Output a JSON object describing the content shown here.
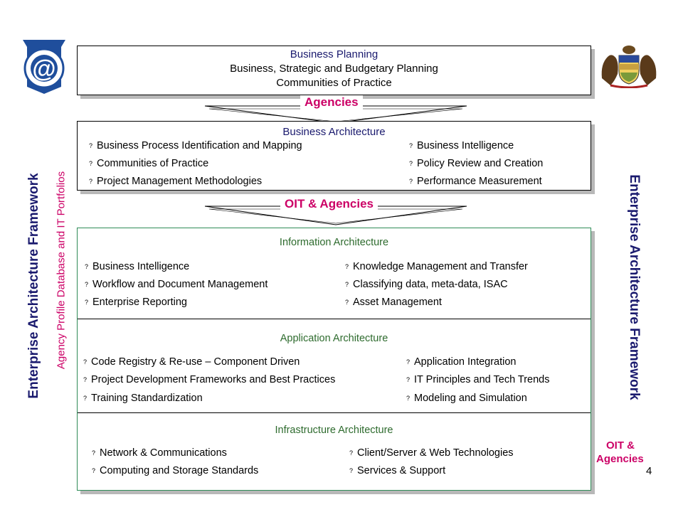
{
  "bullet_glyph": "?",
  "slide_number": "4",
  "business_planning": {
    "title": "Business Planning",
    "lines": [
      "Business, Strategic and Budgetary Planning",
      "Communities of Practice"
    ]
  },
  "label_agencies": "Agencies",
  "label_oit_agencies": "OIT & Agencies",
  "business_architecture": {
    "title": "Business Architecture",
    "left": [
      "Business Process Identification and Mapping",
      "Communities of Practice",
      "Project Management Methodologies"
    ],
    "right": [
      "Business Intelligence",
      "Policy Review and Creation",
      "Performance Measurement"
    ]
  },
  "information_architecture": {
    "title": "Information Architecture",
    "left": [
      "Business Intelligence",
      "Workflow and Document Management",
      "Enterprise Reporting"
    ],
    "right": [
      "Knowledge Management and Transfer",
      "Classifying data, meta-data, ISAC",
      "Asset Management"
    ]
  },
  "application_architecture": {
    "title": "Application Architecture",
    "left": [
      "Code Registry & Re-use – Component Driven",
      "Project Development Frameworks and Best Practices",
      "Training Standardization"
    ],
    "right": [
      "Application Integration",
      "IT Principles and Tech Trends",
      "Modeling and Simulation"
    ]
  },
  "infrastructure_architecture": {
    "title": "Infrastructure Architecture",
    "left": [
      "Network & Communications",
      "Computing and Storage Standards"
    ],
    "right": [
      "Client/Server & Web Technologies",
      "Services & Support"
    ]
  },
  "side_left_title": "Enterprise Architecture Framework",
  "side_left_subtitle": "Agency Profile Database and IT Portfolios",
  "side_right_title": "Enterprise Architecture Framework",
  "side_right_label_line1": "OIT &",
  "side_right_label_line2": "Agencies",
  "colors": {
    "navy": "#1a1a6e",
    "magenta": "#cc0066",
    "green": "#2e6b2e",
    "logo_blue": "#1f4e9c"
  },
  "icons": {
    "logo_left": "keystone-at-logo",
    "logo_right": "coat-of-arms-crest"
  }
}
